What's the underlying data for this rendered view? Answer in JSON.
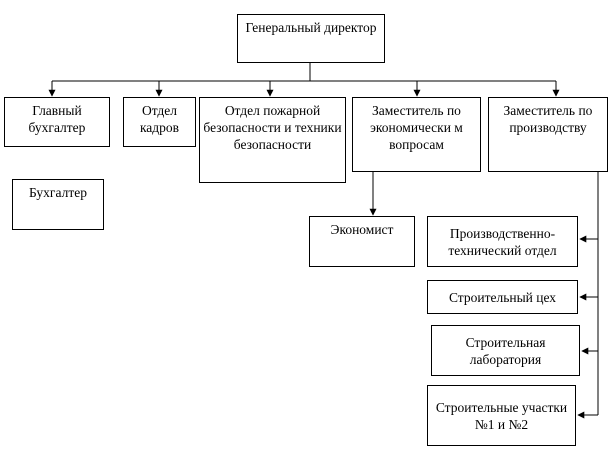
{
  "org_chart": {
    "director": {
      "label": "Генеральный директор"
    },
    "departments": {
      "chief_accountant": {
        "label": "Главный бухгалтер"
      },
      "personnel": {
        "label": "Отдел кадров"
      },
      "fire_safety": {
        "label": "Отдел пожарной безопасности и техники безопасности"
      },
      "deputy_economics": {
        "label": "Заместитель по экономически м вопросам"
      },
      "deputy_production": {
        "label": "Заместитель по производству"
      }
    },
    "sub_units": {
      "accountant": {
        "label": "Бухгалтер"
      },
      "economist": {
        "label": "Экономист"
      },
      "production_technical": {
        "label": "Производственно-технический отдел"
      },
      "construction_shop": {
        "label": "Строительный цех"
      },
      "construction_lab": {
        "label": "Строительная лаборатория"
      },
      "construction_sites": {
        "label": "Строительные участки №1 и №2"
      }
    },
    "colors": {
      "line": "#000000",
      "box_border": "#000000",
      "background": "#ffffff",
      "text": "#000000"
    }
  }
}
